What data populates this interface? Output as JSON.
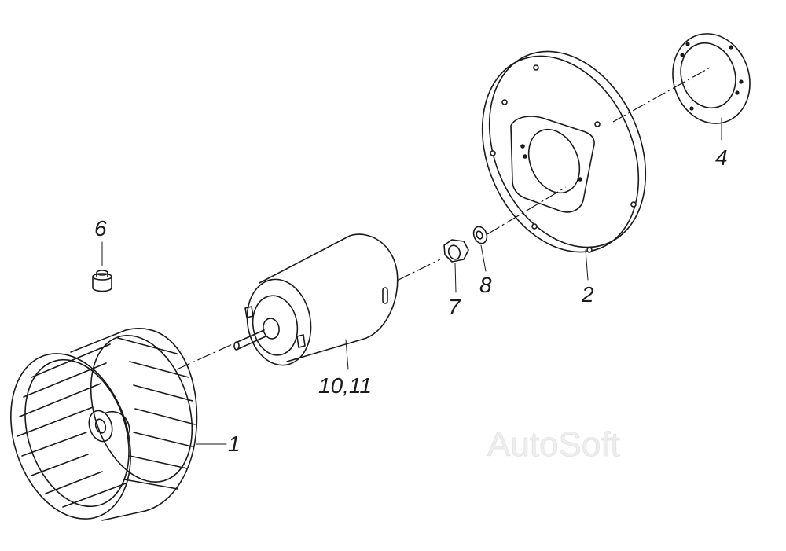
{
  "callouts": {
    "part_1": "1",
    "part_2": "2",
    "part_4": "4",
    "part_6": "6",
    "part_7": "7",
    "part_8": "8",
    "part_10_11": "10,11"
  },
  "watermark": "AutoSoft"
}
